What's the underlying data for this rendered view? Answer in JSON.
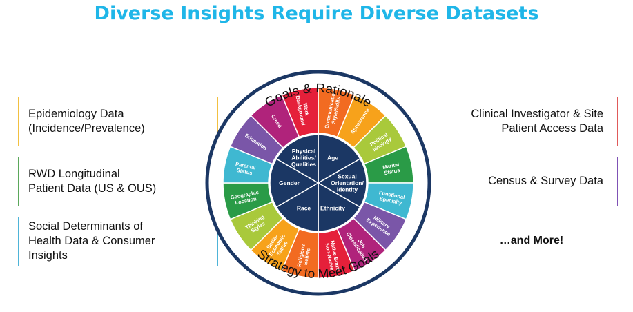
{
  "title": "Diverse Insights Require Diverse Datasets",
  "left_boxes": [
    {
      "text": "Epidemiology Data\n(Incidence/Prevalence)",
      "color": "#f2c041"
    },
    {
      "text": "RWD Longitudinal\nPatient Data (US & OUS)",
      "color": "#5ba85b"
    },
    {
      "text": "Social Determinants of\nHealth Data & Consumer\nInsights",
      "color": "#4eb4d8"
    }
  ],
  "right_boxes": [
    {
      "text": "Clinical Investigator & Site\nPatient Access Data",
      "color": "#e05a5a"
    },
    {
      "text": "Census & Survey Data",
      "color": "#7f52b5"
    }
  ],
  "more_text": "…and More!",
  "wheel": {
    "top_arc": "Goals & Rationale",
    "bottom_arc": "Strategy to Meet Goals",
    "outer_segments": [
      {
        "label": "Communication\nStyle/Skills",
        "color": "#f26b21"
      },
      {
        "label": "Appearance",
        "color": "#f7a21b"
      },
      {
        "label": "Political\nIdeology",
        "color": "#a9c93b"
      },
      {
        "label": "Marital\nStatus",
        "color": "#2a9b47"
      },
      {
        "label": "Functional\nSpecialty",
        "color": "#3fb8d1"
      },
      {
        "label": "Military\nExperience",
        "color": "#7a56a8"
      },
      {
        "label": "Job\nClassification",
        "color": "#b0237b"
      },
      {
        "label": "Native Born/\nNon-Native",
        "color": "#e5203a"
      },
      {
        "label": "Religious\nBeliefs",
        "color": "#f26b21"
      },
      {
        "label": "Socio-\nEconomic\nStatus",
        "color": "#f7a21b"
      },
      {
        "label": "Thinking\nStyles",
        "color": "#a9c93b"
      },
      {
        "label": "Geographic\nLocation",
        "color": "#2a9b47"
      },
      {
        "label": "Parental\nStatus",
        "color": "#3fb8d1"
      },
      {
        "label": "Education",
        "color": "#7a56a8"
      },
      {
        "label": "Creed",
        "color": "#b0237b"
      },
      {
        "label": "Work\nBackground",
        "color": "#e5203a"
      }
    ],
    "inner_segments": [
      {
        "label": "Age"
      },
      {
        "label": "Sexual\nOrientation/\nIdentity"
      },
      {
        "label": "Ethnicity"
      },
      {
        "label": "Race"
      },
      {
        "label": "Gender"
      },
      {
        "label": "Physical\nAbilities/\nQualities"
      }
    ],
    "colors": {
      "navy": "#1b3764",
      "ring": "#1b3764",
      "line": "#ffffff"
    }
  }
}
